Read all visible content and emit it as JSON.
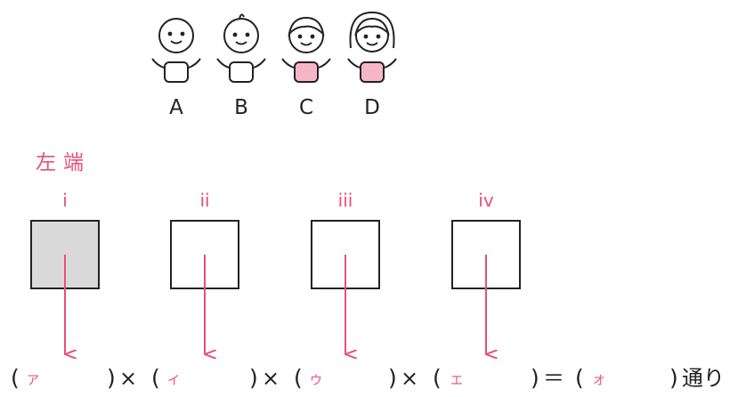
{
  "people": [
    {
      "label": "A",
      "hair": "bald",
      "shirt": "#ffffff"
    },
    {
      "label": "B",
      "hair": "tuft",
      "shirt": "#ffffff"
    },
    {
      "label": "C",
      "hair": "bangs",
      "shirt": "#f7b6c8"
    },
    {
      "label": "D",
      "hair": "long",
      "shirt": "#f7b6c8"
    }
  ],
  "left_end_label": "左端",
  "positions": [
    {
      "label": "i",
      "filled": true
    },
    {
      "label": "ii",
      "filled": false
    },
    {
      "label": "iii",
      "filled": false
    },
    {
      "label": "iv",
      "filled": false
    }
  ],
  "equation": {
    "blanks": [
      "ア",
      "イ",
      "ウ",
      "エ",
      "オ"
    ],
    "times": "×",
    "equals": "＝",
    "suffix": "通り"
  },
  "colors": {
    "accent": "#e8507a",
    "box_fill": "#d9d9d9",
    "ink": "#222222"
  }
}
